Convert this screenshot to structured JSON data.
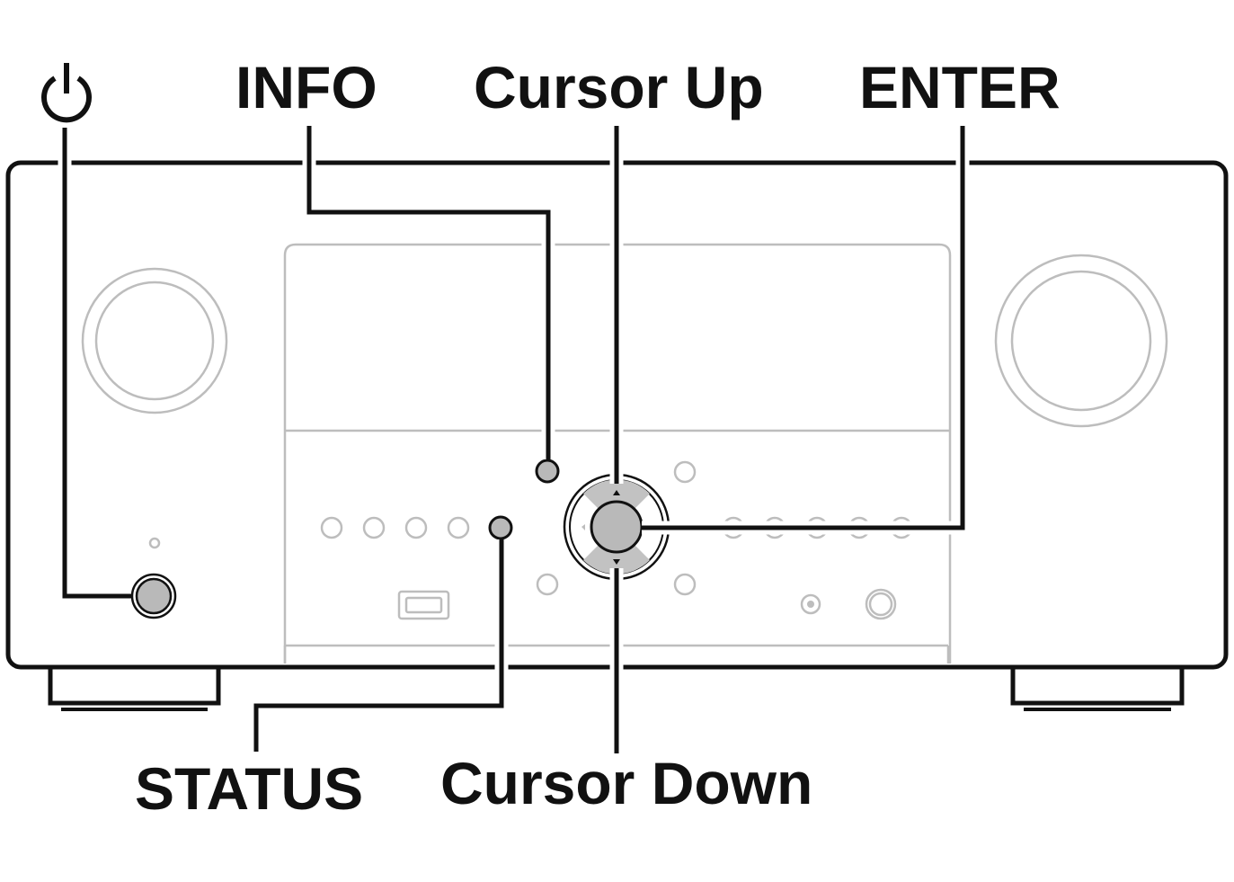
{
  "labels": {
    "power_icon": "power-icon",
    "info": "INFO",
    "cursor_up": "Cursor Up",
    "enter": "ENTER",
    "status": "STATUS",
    "cursor_down": "Cursor Down"
  },
  "colors": {
    "outline": "#111111",
    "faint": "#bdbdbd",
    "button_fill": "#b9b9b9"
  }
}
